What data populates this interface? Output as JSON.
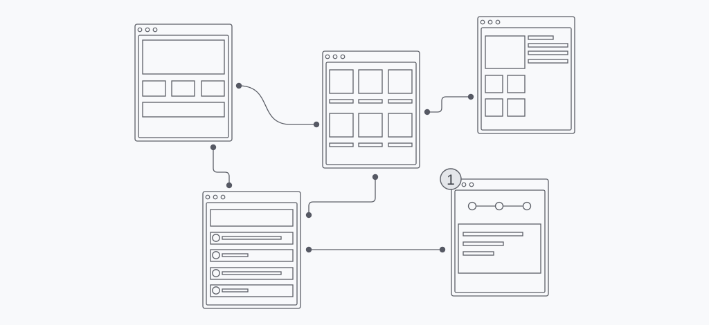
{
  "diagram": {
    "badge": {
      "label": "1"
    },
    "colors": {
      "stroke": "#5b5e66",
      "node": "#565964",
      "background": "#f8f9fb",
      "badge_fill": "#e4e6ea"
    },
    "screens": [
      {
        "id": "landing-page-wireframe"
      },
      {
        "id": "grid-page-wireframe"
      },
      {
        "id": "detail-page-wireframe"
      },
      {
        "id": "list-page-wireframe"
      },
      {
        "id": "form-page-wireframe"
      }
    ],
    "connections": [
      {
        "from": "landing-page-wireframe",
        "to": "grid-page-wireframe"
      },
      {
        "from": "grid-page-wireframe",
        "to": "detail-page-wireframe"
      },
      {
        "from": "landing-page-wireframe",
        "to": "list-page-wireframe"
      },
      {
        "from": "grid-page-wireframe",
        "to": "list-page-wireframe"
      },
      {
        "from": "list-page-wireframe",
        "to": "form-page-wireframe"
      }
    ]
  }
}
